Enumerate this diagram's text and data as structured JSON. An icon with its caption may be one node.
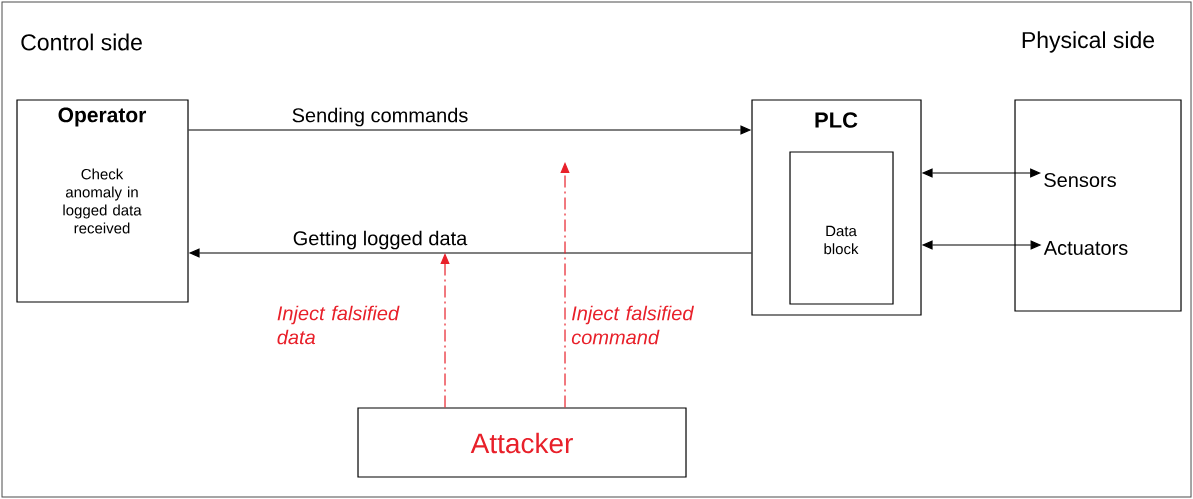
{
  "diagram": {
    "nodes": [
      {
        "text": [
          "Operator",
          "Check anomaly in logged data received"
        ]
      },
      {
        "text": [
          "PLC"
        ]
      },
      {
        "text": [
          "Data block"
        ],
        "in": 1
      },
      {
        "text": [
          "Physical side"
        ]
      },
      {
        "text": [
          "Sensors"
        ],
        "in": 3
      },
      {
        "text": [
          "Actuators"
        ],
        "in": 3
      },
      {
        "text": [
          "Attacker"
        ]
      }
    ],
    "edges": [
      {
        "from": 0,
        "to": 1,
        "arrow": "to",
        "label": "Sending commands"
      },
      {
        "from": 1,
        "to": 0,
        "arrow": "to",
        "label": "Getting logged data"
      },
      {
        "from": 1,
        "to": 4,
        "arrow": "both"
      },
      {
        "from": 1,
        "to": 5,
        "arrow": "both"
      },
      {
        "from": 6,
        "to": null,
        "arrow": "to",
        "label": "Inject falsified data",
        "style": "dashed",
        "color": "#e8202a"
      },
      {
        "from": 6,
        "to": null,
        "arrow": "to",
        "label": "Inject falsified command",
        "style": "dashed",
        "color": "#e8202a"
      }
    ],
    "labels": [
      "Control side"
    ]
  }
}
